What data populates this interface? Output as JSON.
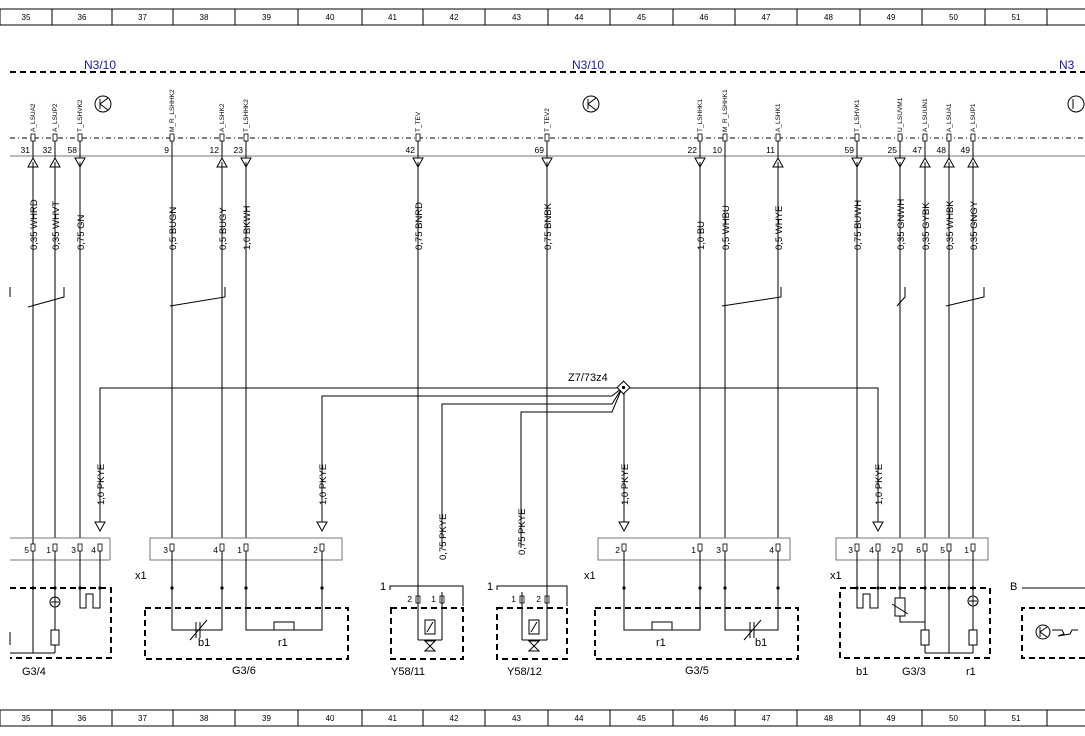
{
  "ruler_top": [
    "35",
    "36",
    "37",
    "38",
    "39",
    "40",
    "41",
    "42",
    "43",
    "44",
    "45",
    "46",
    "47",
    "48",
    "49",
    "50",
    "51"
  ],
  "ruler_bottom": [
    "35",
    "36",
    "37",
    "38",
    "39",
    "40",
    "41",
    "42",
    "43",
    "44",
    "45",
    "46",
    "47",
    "48",
    "49",
    "50",
    "51"
  ],
  "module_labels": [
    "N3/10",
    "N3/10",
    "N3"
  ],
  "connector_signals": [
    "A_LSUA2",
    "A_LSUP2",
    "T_LSHVK2",
    "M_R_LSHHK2",
    "A_LSHK2",
    "T_LSHHK2",
    "T_TEV",
    "T_TEV2",
    "T_LSHHK1",
    "M_R_LSHHK1",
    "A_LSHK1",
    "T_LSHVK1",
    "U_LSUVM1",
    "A_LSUUN1",
    "A_LSUA1",
    "A_LSUP1"
  ],
  "pin_numbers": [
    "31",
    "32",
    "58",
    "9",
    "12",
    "23",
    "42",
    "69",
    "22",
    "10",
    "11",
    "59",
    "25",
    "47",
    "48",
    "49"
  ],
  "wire_labels_top": [
    "0,35 WHRD",
    "0,35 WHVT",
    "0,75 GN",
    "0,5 BUGN",
    "0,5 BUGY",
    "1,0 BKWH",
    "0,75 BNRD",
    "0,75 BNBK",
    "1,0 BU",
    "0,5 WHBU",
    "0,5 WHYE",
    "0,75 BUWH",
    "0,35 GNWH",
    "0,35 GYBK",
    "0,35 WHBK",
    "0,35 GNGY"
  ],
  "splice": "Z7/73z4",
  "wire_labels_lower": [
    "1,0 PKYE",
    "1,0 PKYE",
    "0,75 PKYE",
    "0,75 PKYE",
    "1,0 PKYE",
    "1,0 PKYE"
  ],
  "connector_pins": {
    "g34": [
      "5",
      "1",
      "3",
      "4"
    ],
    "g36": [
      "3",
      "4",
      "1",
      "2"
    ],
    "y5811": [
      "2",
      "1"
    ],
    "y5812": [
      "1",
      "2"
    ],
    "g35": [
      "2",
      "1",
      "3",
      "4"
    ],
    "g33": [
      "3",
      "4",
      "2",
      "6",
      "5",
      "1"
    ]
  },
  "x1_labels": [
    "x1",
    "x1",
    "x1"
  ],
  "side_numbers": [
    "1",
    "1"
  ],
  "component_labels": {
    "g34": "G3/4",
    "g36": "G3/6",
    "y5811": "Y58/11",
    "y5812": "Y58/12",
    "g35": "G3/5",
    "g33": "G3/3",
    "b1_left": "b1",
    "r1_left": "r1",
    "r1_right": "r1",
    "b1_right": "b1",
    "b1_g33": "b1",
    "r1_g33": "r1",
    "b_label": "B"
  }
}
